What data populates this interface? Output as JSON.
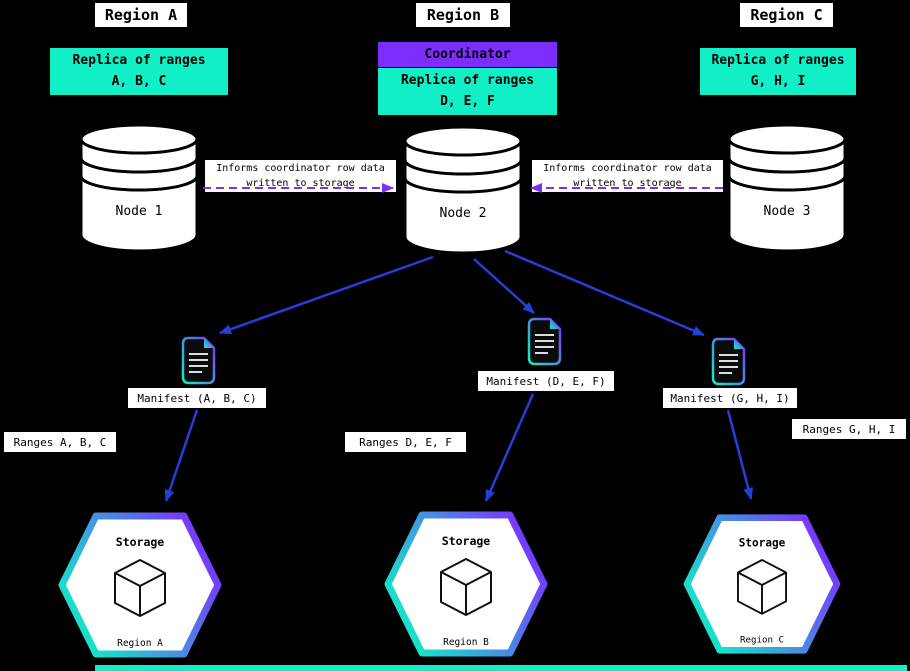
{
  "colors": {
    "background": "#000000",
    "teal": "#11efc6",
    "purple": "#7d2eff",
    "arrow_blue": "#2340d9",
    "label_background": "#ffffff",
    "text": "#000000"
  },
  "edges": {
    "inform_line1": "Informs coordinator row data",
    "inform_line2": "written to storage"
  },
  "regions": [
    {
      "header": "Region A",
      "replica_title": "Replica of ranges",
      "replica_ranges": "A, B, C",
      "node": "Node 1",
      "manifest_label": "Manifest (A, B, C)",
      "ranges_label": "Ranges A, B, C",
      "storage_title": "Storage",
      "storage_region": "Region A"
    },
    {
      "header": "Region B",
      "coordinator_label": "Coordinator",
      "replica_title": "Replica of ranges",
      "replica_ranges": "D, E, F",
      "node": "Node 2",
      "manifest_label": "Manifest (D, E, F)",
      "ranges_label": "Ranges D, E, F",
      "storage_title": "Storage",
      "storage_region": "Region B"
    },
    {
      "header": "Region C",
      "replica_title": "Replica of ranges",
      "replica_ranges": "G, H, I",
      "node": "Node 3",
      "manifest_label": "Manifest (G, H, I)",
      "ranges_label": "Ranges G, H, I",
      "storage_title": "Storage",
      "storage_region": "Region C"
    }
  ],
  "icons": {
    "database": "database-cylinder-icon",
    "manifest": "manifest-file-icon",
    "storage_cube": "cube-icon"
  }
}
